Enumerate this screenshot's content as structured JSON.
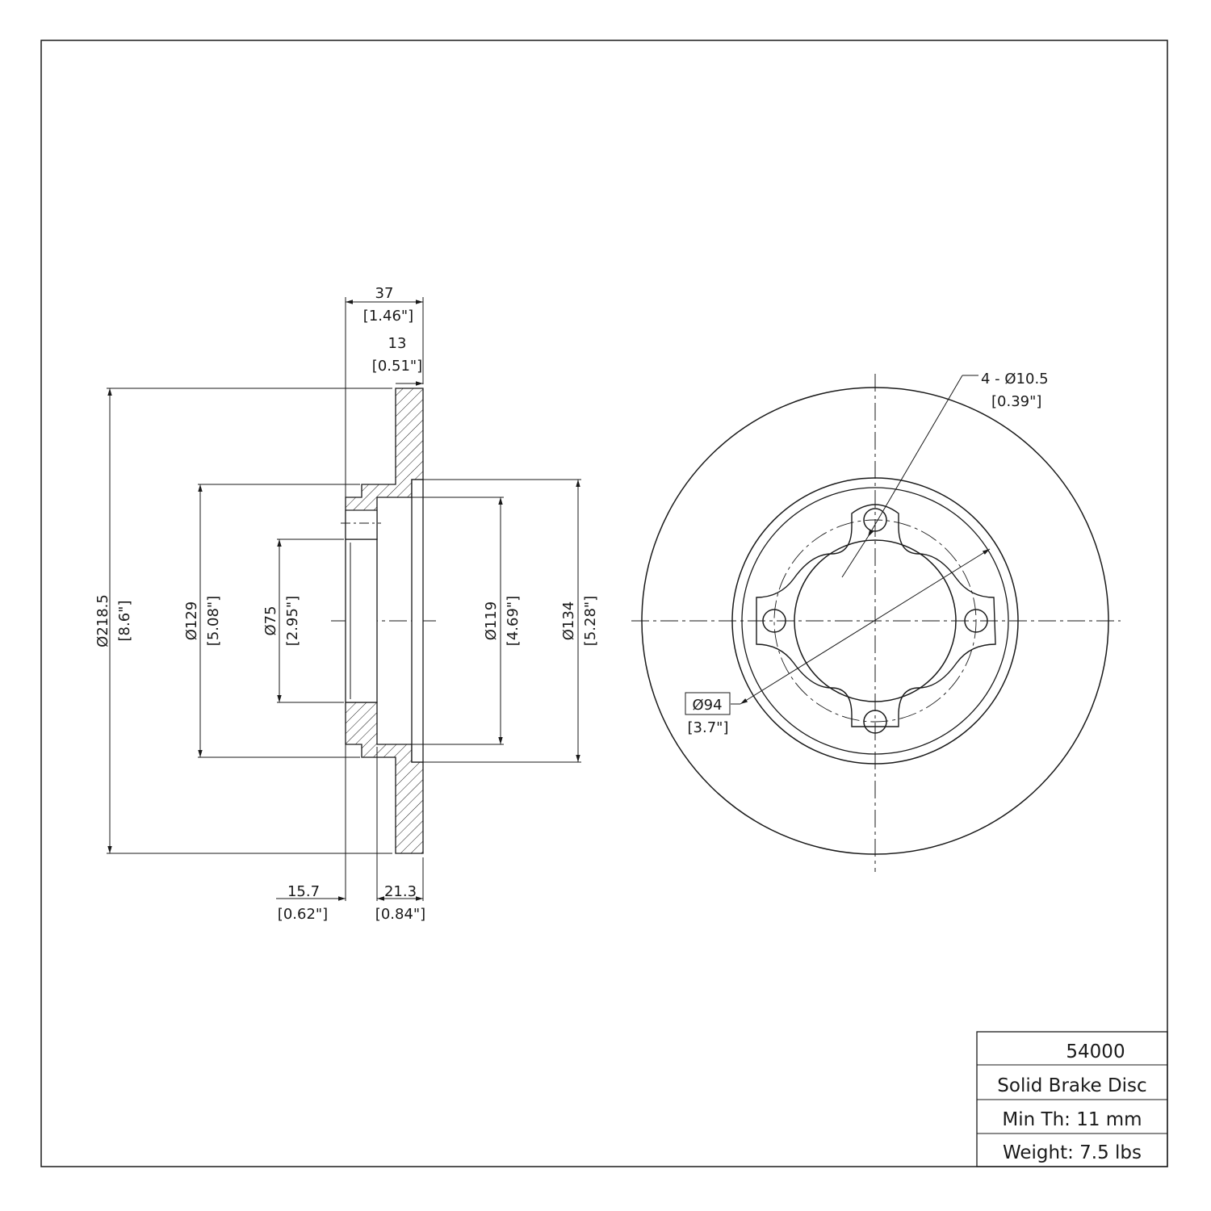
{
  "side_view": {
    "overall_width": {
      "mm": "37",
      "in": "[1.46\"]"
    },
    "disc_thickness": {
      "mm": "13",
      "in": "[0.51\"]"
    },
    "outer_diameter": {
      "mm": "Ø218.5",
      "in": "[8.6\"]"
    },
    "hub_diameter": {
      "mm": "Ø129",
      "in": "[5.08\"]"
    },
    "center_bore": {
      "mm": "Ø75",
      "in": "[2.95\"]"
    },
    "hat_inner_diameter": {
      "mm": "Ø119",
      "in": "[4.69\"]"
    },
    "hat_outer_diameter": {
      "mm": "Ø134",
      "in": "[5.28\"]"
    },
    "hub_flange_offset": {
      "mm": "15.7",
      "in": "[0.62\"]"
    },
    "hat_height": {
      "mm": "21.3",
      "in": "[0.84\"]"
    }
  },
  "front_view": {
    "bolt_holes": {
      "mm": "4 - Ø10.5",
      "in": "[0.39\"]"
    },
    "bolt_circle": {
      "mm": "Ø94",
      "in": "[3.7\"]"
    }
  },
  "title_block": {
    "part_number": "54000",
    "description": "Solid Brake Disc",
    "min_thickness": "Min Th: 11 mm",
    "weight": "Weight: 7.5 lbs"
  }
}
